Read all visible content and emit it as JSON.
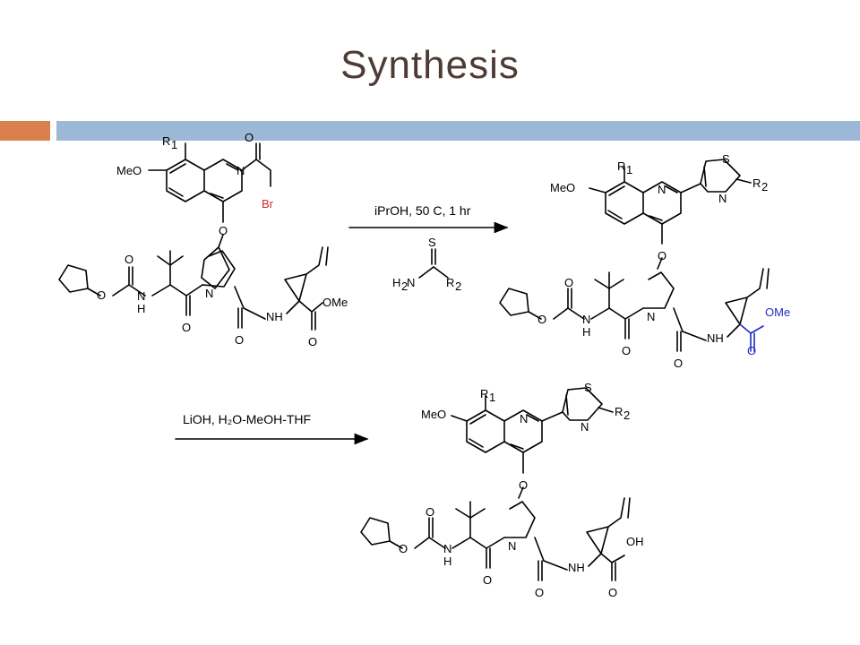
{
  "slide": {
    "title": "Synthesis",
    "accent_color": "#d9804d",
    "bar_color": "#9bb8d6"
  },
  "step1": {
    "conditions": "iPrOH, 50 C, 1 hr",
    "reagent": {
      "S": "S",
      "H": "H",
      "H_sub": "2",
      "N": "N",
      "R": "R",
      "R_sub": "2"
    }
  },
  "step2": {
    "conditions": "LiOH, H₂O-MeOH-THF"
  },
  "labels": {
    "R": "R",
    "R1_sub": "1",
    "R2_sub": "2",
    "MeO": "MeO",
    "N": "N",
    "O": "O",
    "Br": "Br",
    "NH": "NH",
    "OMe": "OMe",
    "S": "S",
    "OH": "OH",
    "H": "H"
  }
}
